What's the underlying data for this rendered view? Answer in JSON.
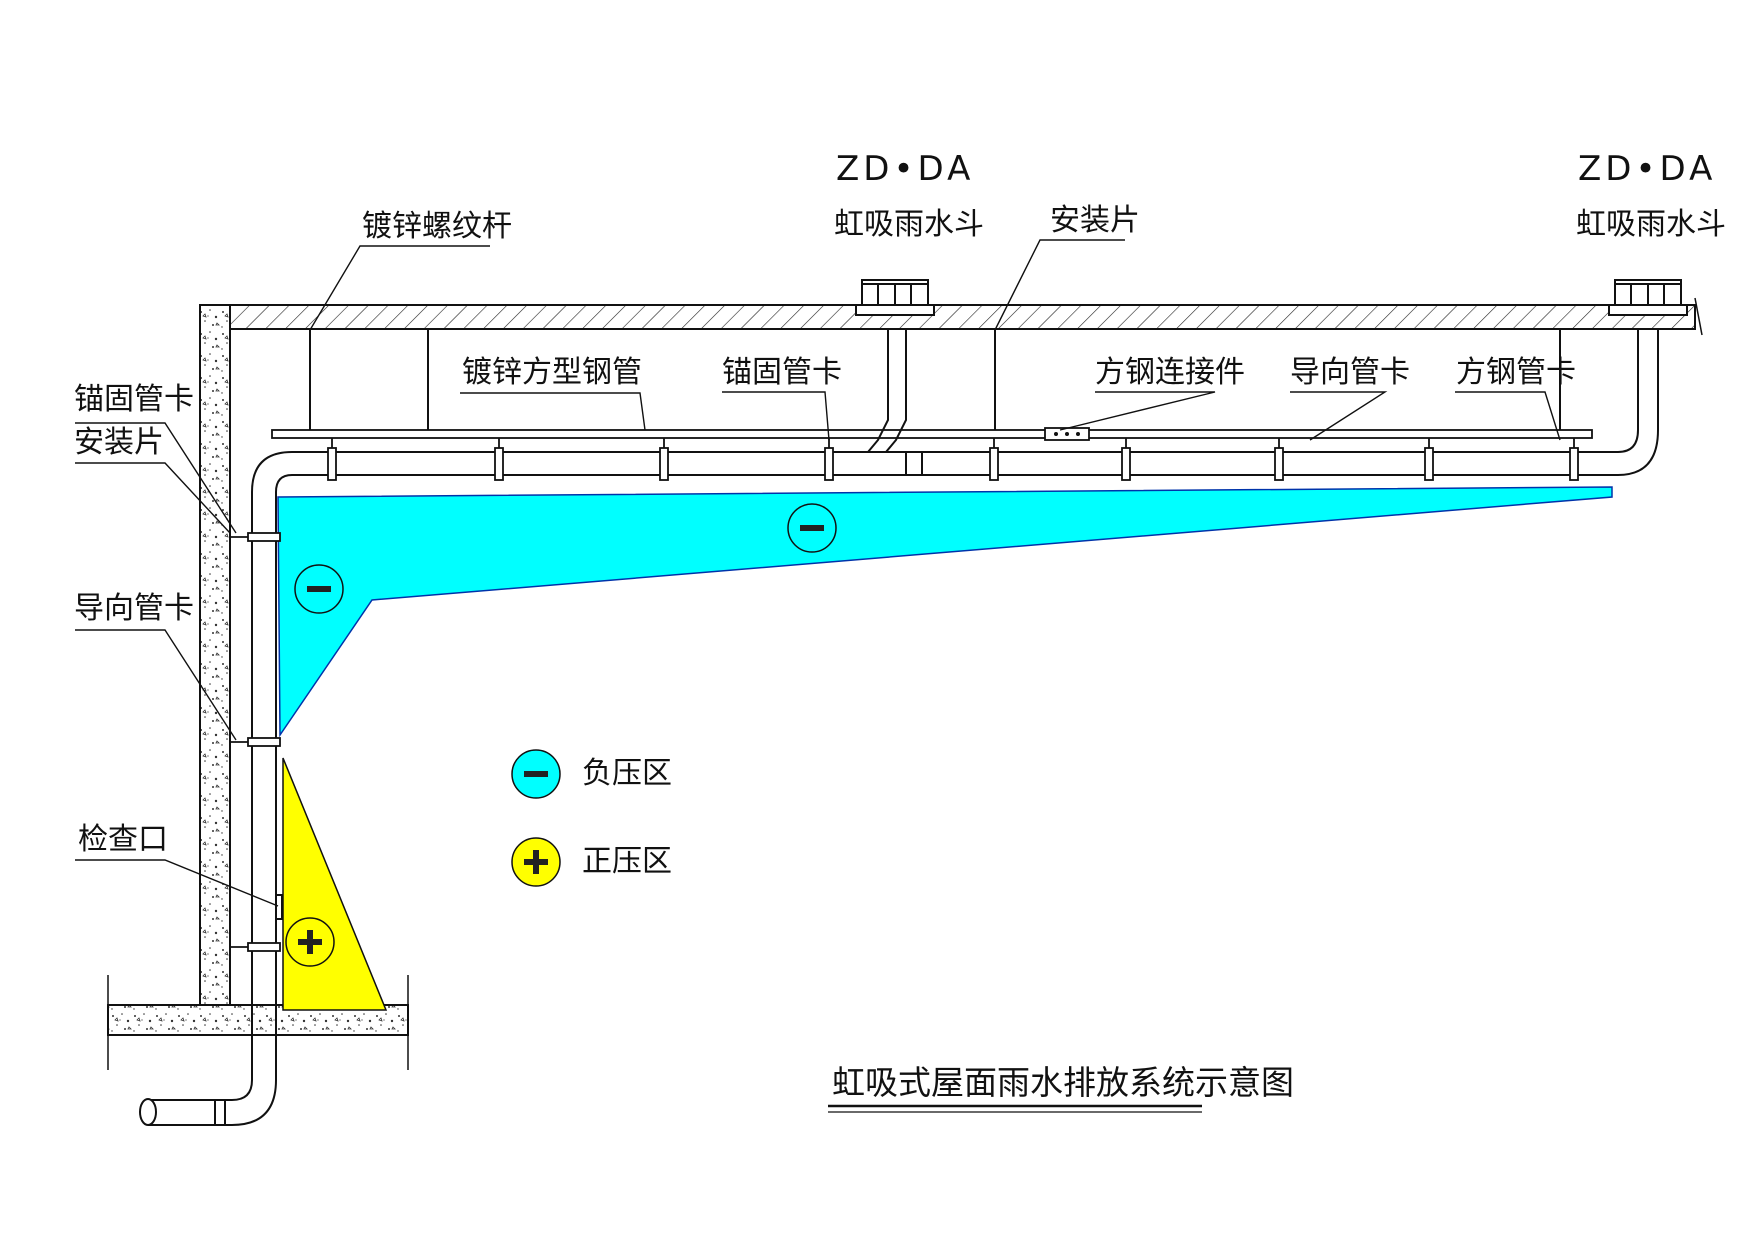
{
  "drains": [
    {
      "model": "ZD•DA",
      "name": "虹吸雨水斗"
    },
    {
      "model": "ZD•DA",
      "name": "虹吸雨水斗"
    }
  ],
  "callouts": {
    "threaded_rod": "镀锌螺纹杆",
    "mounting_plate_top": "安装片",
    "square_steel_pipe": "镀锌方型钢管",
    "anchor_clamp_top": "锚固管卡",
    "square_steel_connector": "方钢连接件",
    "guide_clamp_top": "导向管卡",
    "square_steel_clamp": "方钢管卡",
    "anchor_clamp_left": "锚固管卡",
    "mounting_plate_left": "安装片",
    "guide_clamp_left": "导向管卡",
    "inspection_port": "检查口"
  },
  "legend": [
    {
      "symbol": "−",
      "label": "负压区",
      "color": "#00ffff"
    },
    {
      "symbol": "+",
      "label": "正压区",
      "color": "#ffff00"
    }
  ],
  "title": "虹吸式屋面雨水排放系统示意图",
  "colors": {
    "negative_zone": "#00ffff",
    "positive_zone": "#ffff00",
    "line": "#111111"
  }
}
